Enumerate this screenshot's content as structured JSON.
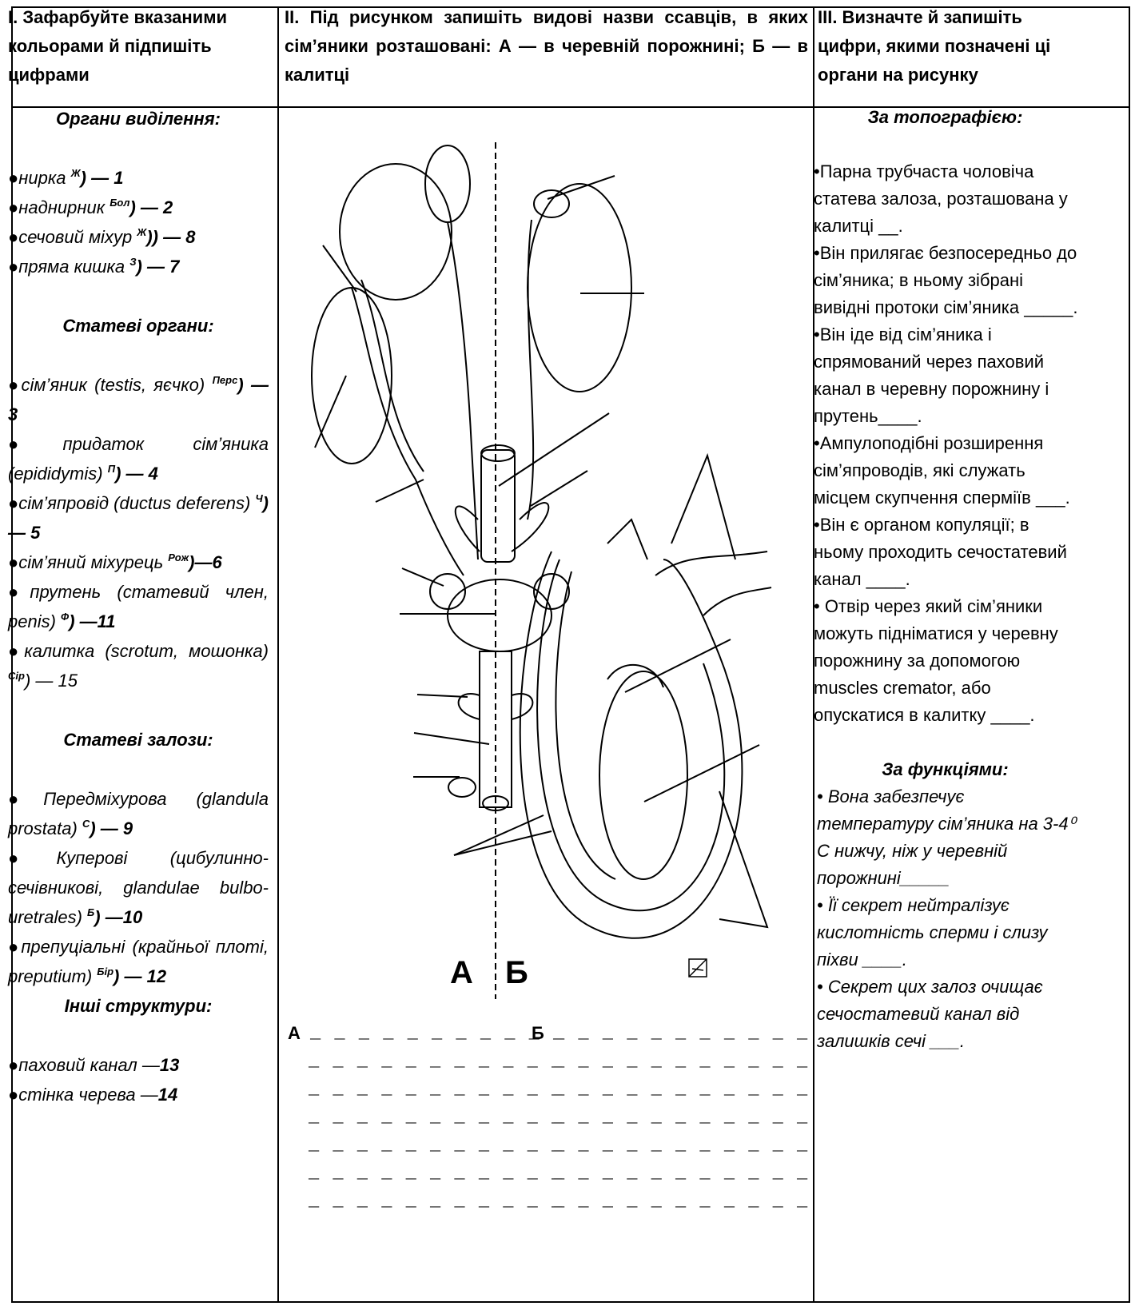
{
  "headers": {
    "col1": "І. Зафарбуйте вказаними кольорами й підпишіть цифрами",
    "col2": "ІІ. Під рисунком запишіть видові назви ссавців, в яких  сім’яники розташовані: А — в черевній порожнині; Б — в калитці",
    "col3": "ІІІ. Визначте й запишіть цифри, якими позначені ці органи на рисунку"
  },
  "left": {
    "excretory_title": "Органи виділення:",
    "excretory": [
      {
        "text": "●нирка ",
        "sup": "Ж",
        "tail": ") — 1"
      },
      {
        "text": "●наднирник ",
        "sup": "Бол",
        "tail": ") — 2"
      },
      {
        "text": "●сечовий міхур ",
        "sup": "Ж",
        "tail": ")) — 8"
      },
      {
        "text": "●пряма кишка ",
        "sup": "З",
        "tail": ") — 7"
      }
    ],
    "sex_title": "Статеві органи:",
    "sex": [
      {
        "text": "●сім’яник (testis, яєчко) ",
        "sup": "Перс",
        "tail": ") — 3"
      },
      {
        "text": "●придаток сім’яника (epididymis) ",
        "sup": "П",
        "tail": ") — 4"
      },
      {
        "text": "●сім’япровід (ductus deferens) ",
        "sup": "Ч",
        "tail": ") — 5"
      },
      {
        "text": "●сім’яний міхурець ",
        "sup": "Рож",
        "tail": ")—6"
      },
      {
        "text": "●прутень (статевий член, penis) ",
        "sup": "Ф",
        "tail": ") —11"
      },
      {
        "text": "●калитка (scrotum, мошонка) ",
        "sup": "Сір",
        "tail": ") — 15"
      }
    ],
    "glands_title": "Статеві залози:",
    "glands": [
      {
        "text": "●Передміхурова (glandula prostata) ",
        "sup": "С",
        "tail": ")  — 9"
      },
      {
        "text": "●Куперові (цибулинно-сечівникові, glandulae bulbo-uretrales) ",
        "sup": "Б",
        "tail": ") —10"
      },
      {
        "text": "●препуціальні (крайньої плоті, preputium) ",
        "sup": "Бір",
        "tail": ") — 12"
      }
    ],
    "other_title": "Інші структури:",
    "other": [
      {
        "text": "●паховий канал —",
        "tail": "13"
      },
      {
        "text": "●стінка черева —",
        "tail": "14"
      }
    ]
  },
  "middle": {
    "label_a": "А",
    "label_b": "Б",
    "answer_a": "А",
    "answer_b": "Б",
    "dash_line": "_ _ _ _ _ _ _ _ _ _ _"
  },
  "right": {
    "topo_title": "За топографією:",
    "topo": [
      "•Парна трубчаста чоловіча статева залоза, розташована у калитці __.",
      "•Він прилягає безпосередньо до сім’яника;  в ньому зібрані вивідні протоки сім’яника _____.",
      "•Він іде від сім’яника і спрямований через паховий канал в черевну порожнину і прутень____.",
      "•Ампулоподібні розширення сім’япроводів, які служать місцем скупчення сперміїв ___.",
      "•Він є органом копуляції; в ньому проходить сечостатевий канал ____.",
      "• Отвір через який сім’яники можуть підніматися у черевну порожнину за допомогою muscles cremator, або опускатися в калитку ____."
    ],
    "func_title": "За функціями:",
    "func": [
      "• Вона забезпечує температуру сім’яника на 3-4⁰ С нижчу, ніж у черевній порожнині_____",
      "• Її секрет нейтралізує кислотність сперми і слизу піхви ____.",
      "• Секрет цих залоз очищає сечостатевий канал від залишків сечі ___."
    ]
  }
}
